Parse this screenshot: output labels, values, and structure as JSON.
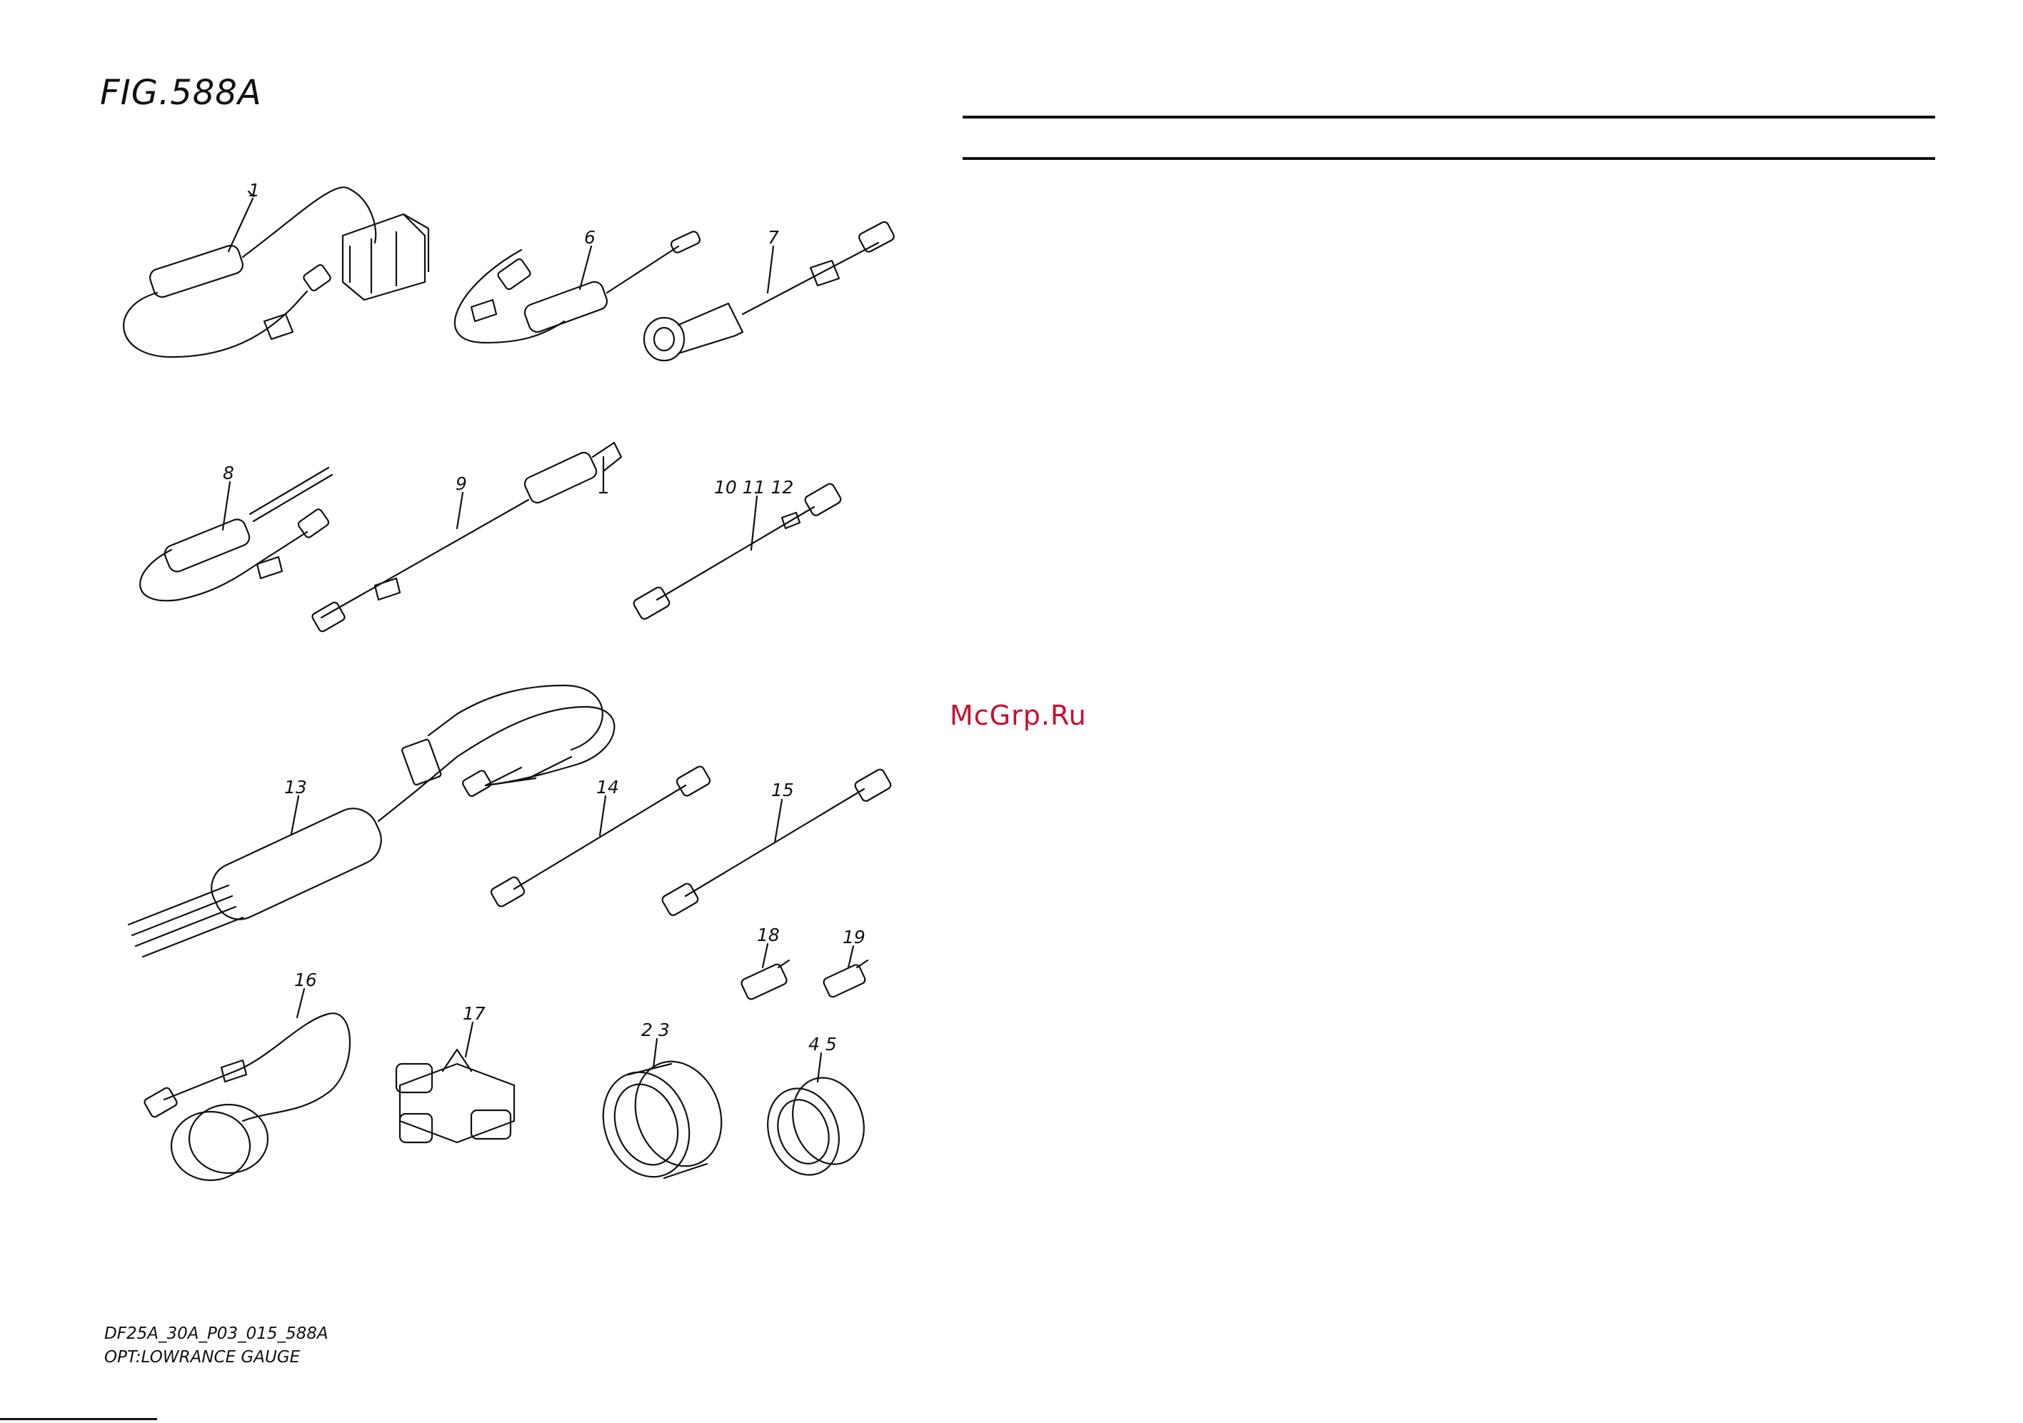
{
  "figure": {
    "title": "FIG.588A"
  },
  "watermark": "McGrp.Ru",
  "callouts": {
    "c1": "1",
    "c6": "6",
    "c7": "7",
    "c8": "8",
    "c9": "9",
    "c10_11_12": "10 11 12",
    "c13": "13",
    "c14": "14",
    "c15": "15",
    "c16": "16",
    "c17": "17",
    "c18": "18",
    "c19": "19",
    "c2_3": "2 3",
    "c4_5": "4 5"
  },
  "caption": {
    "code": "DF25A_30A_P03_015_588A",
    "description": "OPT:LOWRANCE GAUGE"
  },
  "colors": {
    "ink": "#111111",
    "watermark": "#c8102e",
    "background": "#ffffff"
  }
}
